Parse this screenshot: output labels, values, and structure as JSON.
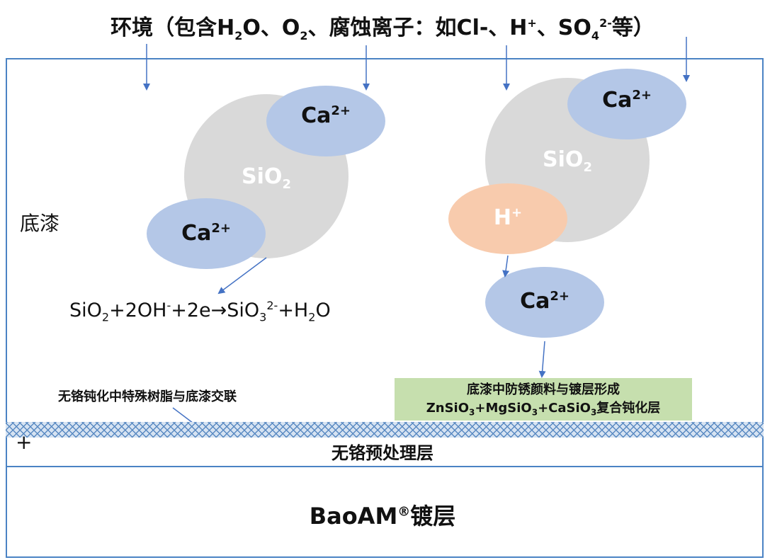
{
  "header": {
    "title_prefix": "环境（包含H",
    "sub_2a": "2",
    "mid1": "O、O",
    "sub_2b": "2",
    "mid2": "、腐蚀离子：如Cl-、H",
    "sup_plus": "+",
    "mid3": "、SO",
    "sub_4": "4",
    "sup_2minus": "2-",
    "suffix": "等）"
  },
  "primer_label": "底漆",
  "left_cluster": {
    "sio2_main": "SiO",
    "sio2_sub": "2",
    "ca_top_main": "Ca",
    "ca_top_sup": "2+",
    "ca_left_main": "Ca",
    "ca_left_sup": "2+"
  },
  "right_cluster": {
    "sio2_main": "SiO",
    "sio2_sub": "2",
    "ca_top_main": "Ca",
    "ca_top_sup": "2+",
    "h_main": "H",
    "h_sup": "+",
    "ca_bottom_main": "Ca",
    "ca_bottom_sup": "2+"
  },
  "equation": {
    "p1": "SiO",
    "s1": "2",
    "p2": "+2OH",
    "s2": "-",
    "p3": "+2e→SiO",
    "s3a": "3",
    "s3b": "2-",
    "p4": "+H",
    "s4": "2",
    "p5": "O"
  },
  "crosslink_text": "无铬钝化中特殊树脂与底漆交联",
  "green_box": {
    "line1": "底漆中防锈颜料与镀层形成",
    "l2a": "ZnSiO",
    "l2s1": "3",
    "l2b": "+MgSiO",
    "l2s2": "3",
    "l2c": "+CaSiO",
    "l2s3": "3",
    "l2d": "复合钝化层"
  },
  "plus_mark": "+",
  "pretreatment_label": "无铬预处理层",
  "coating": {
    "main": "BaoAM",
    "sup": "®",
    "suffix": "镀层"
  },
  "colors": {
    "border_blue": "#4b83c4",
    "ca_fill": "#b4c7e7",
    "sio2_fill": "#d9d9d9",
    "h_fill": "#f8cbad",
    "green_fill": "#c6dfae"
  }
}
